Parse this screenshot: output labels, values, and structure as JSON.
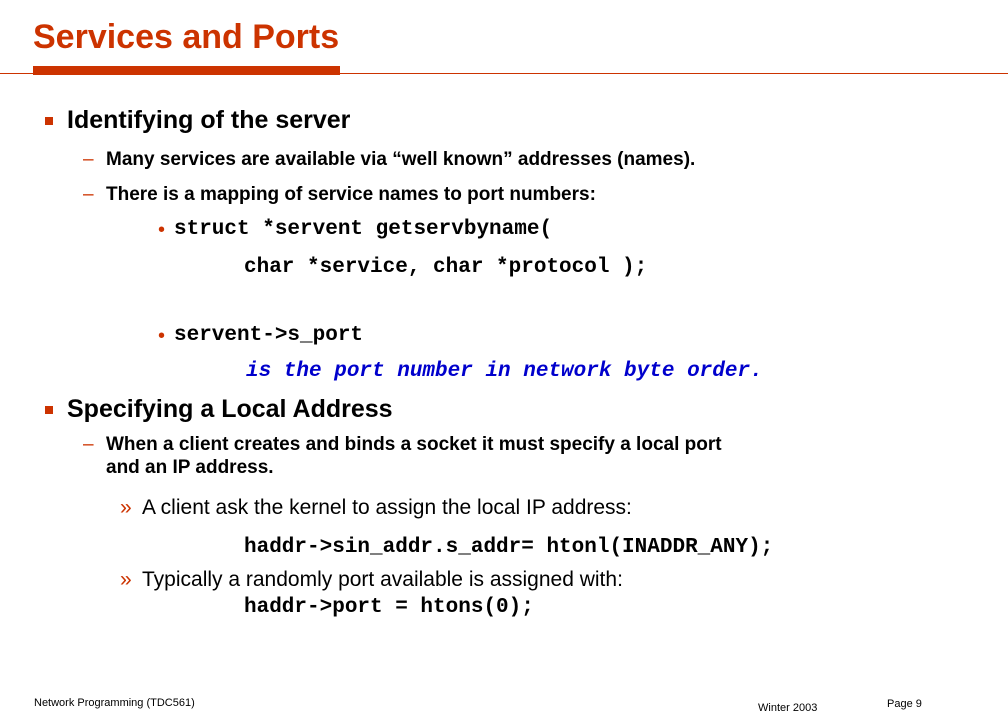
{
  "title": "Services and Ports",
  "sections": [
    {
      "heading": "Identifying of the server",
      "items": [
        "Many services are available via “well known” addresses (names).",
        "There is a mapping of service names to port numbers:"
      ],
      "code1_line1": "struct *servent getservbyname(",
      "code1_line2": "char *service, char *protocol );",
      "code2_line1": "servent->s_port",
      "code2_note": "is the port number in network byte order."
    },
    {
      "heading": "Specifying a Local Address",
      "item_line1": "When a client creates and binds a socket it must specify a local port",
      "item_line2": "and an IP address.",
      "sub1": "A client ask the kernel to assign the local IP address:",
      "sub1_code": "haddr->sin_addr.s_addr= htonl(INADDR_ANY);",
      "sub2": "Typically a randomly port available is assigned with:",
      "sub2_code": "haddr->port = htons(0);"
    }
  ],
  "symbols": {
    "dash": "–",
    "dot": "•",
    "raquo": "»"
  },
  "footer": {
    "course": "Network Programming  (TDC561)",
    "term": "Winter  2003",
    "page": "Page 9"
  },
  "colors": {
    "accent": "#cc3300",
    "note": "#0000cc"
  }
}
